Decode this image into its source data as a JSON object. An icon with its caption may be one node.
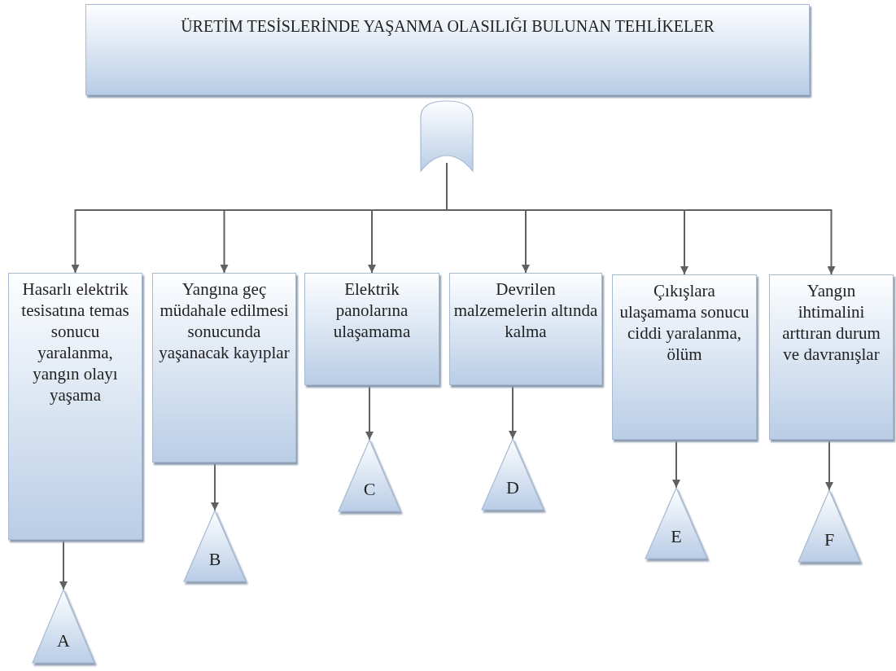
{
  "diagram": {
    "nodes": [
      {
        "text": [
          "ÜRETİM TESİSLERİNDE YAŞANMA OLASILIĞI BULUNAN TEHLİKELER"
        ]
      },
      {
        "text": [],
        "shape": "gate"
      },
      {
        "text": [
          "Hasarlı elektrik tesisatına temas sonucu yaralanma, yangın olayı yaşama"
        ]
      },
      {
        "text": [
          "Yangına geç müdahale edilmesi sonucunda yaşanacak kayıplar"
        ]
      },
      {
        "text": [
          "Elektrik panolarına ulaşamama"
        ]
      },
      {
        "text": [
          "Devrilen malzemelerin altında kalma"
        ]
      },
      {
        "text": [
          "Çıkışlara ulaşamama sonucu ciddi yaralanma, ölüm"
        ]
      },
      {
        "text": [
          "Yangın ihtimalini arttıran durum ve davranışlar"
        ]
      },
      {
        "text": [
          "A"
        ]
      },
      {
        "text": [
          "B"
        ]
      },
      {
        "text": [
          "C"
        ]
      },
      {
        "text": [
          "D"
        ]
      },
      {
        "text": [
          "E"
        ]
      },
      {
        "text": [
          "F"
        ]
      }
    ],
    "edges": [
      {
        "from": 1,
        "to": 2,
        "arrow": "to"
      },
      {
        "from": 1,
        "to": 3,
        "arrow": "to"
      },
      {
        "from": 1,
        "to": 4,
        "arrow": "to"
      },
      {
        "from": 1,
        "to": 5,
        "arrow": "to"
      },
      {
        "from": 1,
        "to": 6,
        "arrow": "to"
      },
      {
        "from": 1,
        "to": 7,
        "arrow": "to"
      },
      {
        "from": 2,
        "to": 8,
        "arrow": "to"
      },
      {
        "from": 3,
        "to": 9,
        "arrow": "to"
      },
      {
        "from": 4,
        "to": 10,
        "arrow": "to"
      },
      {
        "from": 5,
        "to": 11,
        "arrow": "to"
      },
      {
        "from": 6,
        "to": 12,
        "arrow": "to"
      },
      {
        "from": 7,
        "to": 13,
        "arrow": "to"
      }
    ]
  }
}
